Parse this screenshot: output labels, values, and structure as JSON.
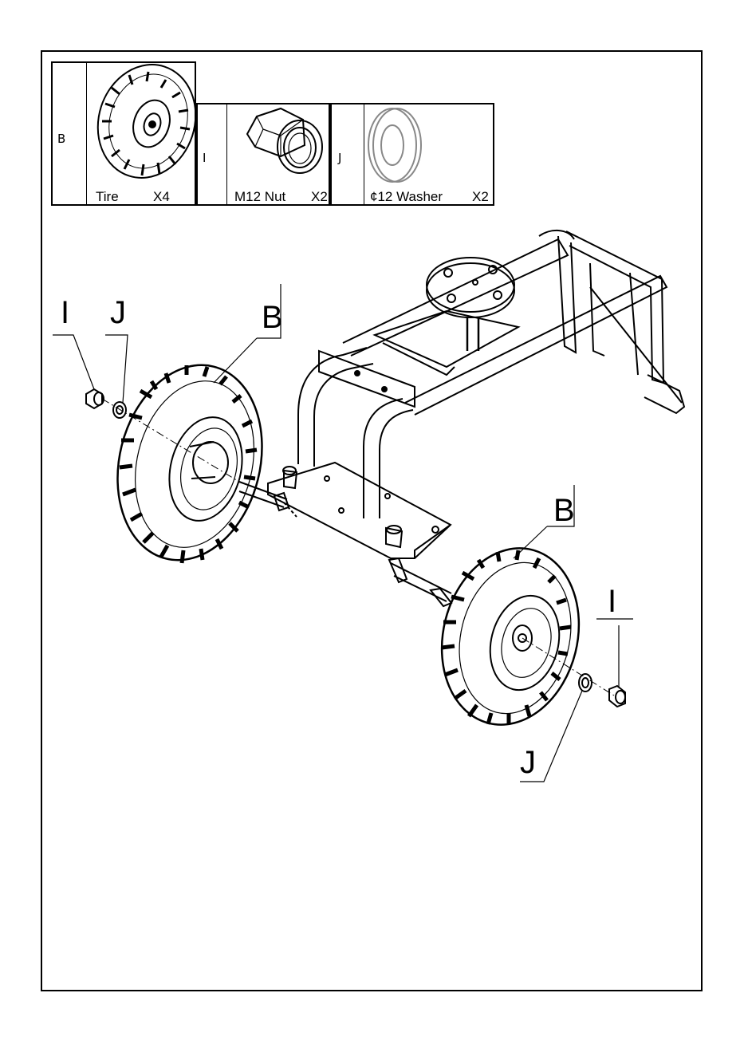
{
  "parts": [
    {
      "letter": "B",
      "name": "Tire",
      "qty": "X4"
    },
    {
      "letter": "I",
      "name": "M12 Nut",
      "qty": "X2"
    },
    {
      "letter": "J",
      "name": "¢12 Washer",
      "qty": "X2"
    }
  ],
  "callouts": {
    "nut_left": "I",
    "washer_left": "J",
    "tire_left": "B",
    "tire_right": "B",
    "nut_right": "I",
    "washer_right": "J"
  }
}
